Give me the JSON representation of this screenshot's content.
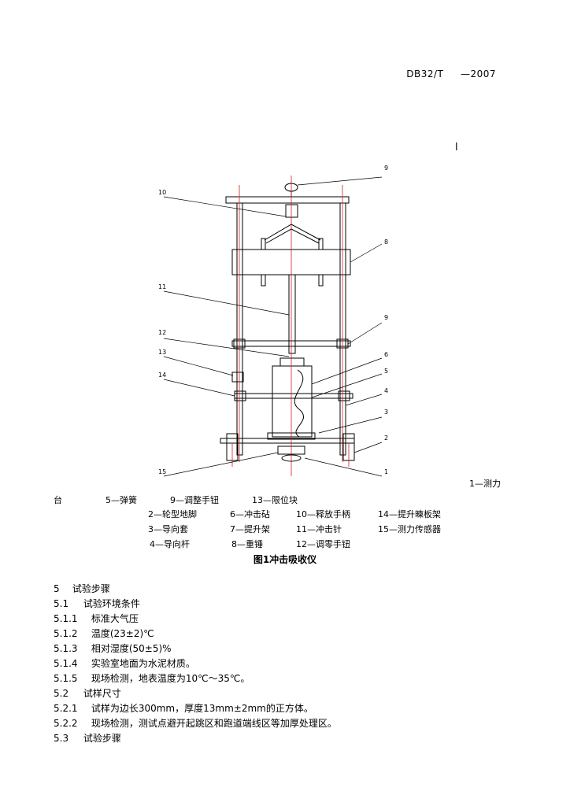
{
  "header": {
    "standard_code": "DB32/T     —2007"
  },
  "page_mark": "l",
  "figure": {
    "callouts": [
      "9",
      "10",
      "8",
      "11",
      "9",
      "12",
      "6",
      "13",
      "5",
      "14",
      "4",
      "3",
      "2",
      "15",
      "1"
    ],
    "legend": {
      "item1": "1—测力",
      "item1_cont": "台",
      "row1": [
        "5—弹簧",
        "9—调整手钮",
        "13—限位块"
      ],
      "row2": [
        "2—轮型地脚",
        "6—冲击砧",
        "10—释放手柄",
        "14—提升暕板架"
      ],
      "row3": [
        "3—导向套",
        "7—提升架",
        "11—冲击针",
        "15—测力传感器"
      ],
      "row4": [
        "4—导向杆",
        "8—重锤",
        "12—调零手钮"
      ]
    },
    "caption": "图1冲击吸收仪"
  },
  "sections": [
    {
      "num": "5",
      "title": "试验步骤"
    },
    {
      "num": "5.1",
      "title": "试验环境条件"
    },
    {
      "num": "5.1.1",
      "text": "标准大气压"
    },
    {
      "num": "5.1.2",
      "text": "温度(23±2)℃"
    },
    {
      "num": "5.1.3",
      "text": "相对湿度(50±5)%"
    },
    {
      "num": "5.1.4",
      "text": "实验室地面为水泥材质。"
    },
    {
      "num": "5.1.5",
      "text": "现场检测，地表温度为10℃～35℃。"
    },
    {
      "num": "5.2",
      "title": "试样尺寸"
    },
    {
      "num": "5.2.1",
      "text": "试样为边长300mm，厚度13mm±2mm的正方体。"
    },
    {
      "num": "5.2.2",
      "text": "现场检测，测试点避开起跳区和跑道端线区等加厚处理区。"
    },
    {
      "num": "5.3",
      "title": "试验步骤"
    }
  ],
  "colors": {
    "centerline": "#d22020",
    "ink": "#000000"
  }
}
